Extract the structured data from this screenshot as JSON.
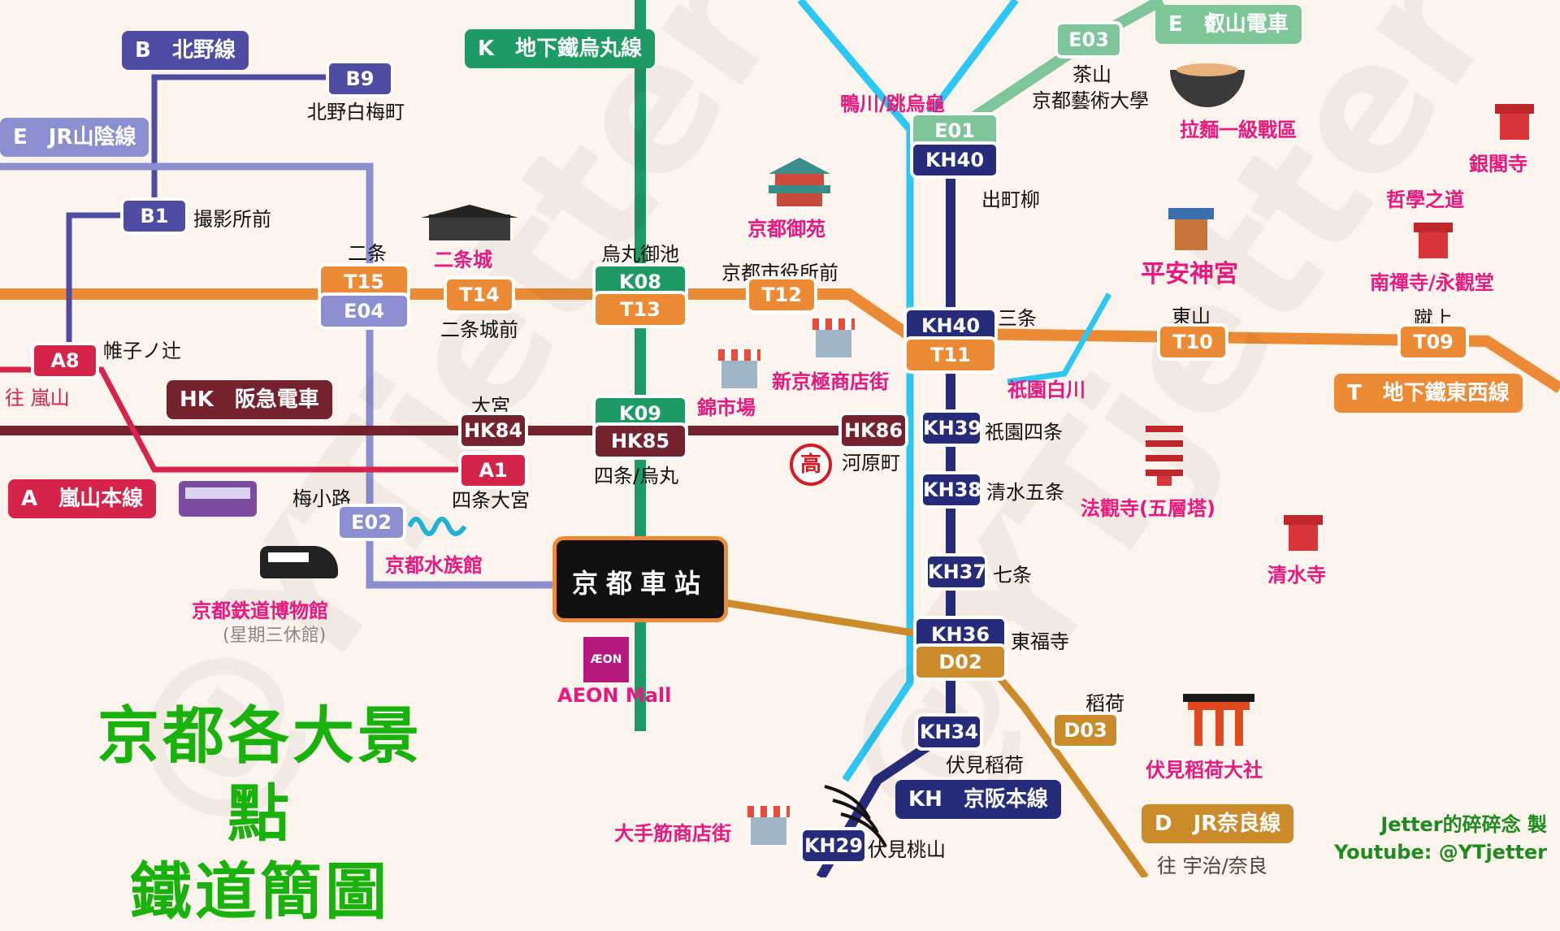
{
  "title": {
    "line1": "京都各大景點",
    "line2": "鐵道簡圖"
  },
  "credit": {
    "author": "Jetter的碎碎念 製",
    "youtube": "Youtube: @YTjetter"
  },
  "watermark": "@YTjetter",
  "lines": {
    "B": {
      "tag": "B　北野線",
      "color": "#4f4da3"
    },
    "E": {
      "tag": "E　JR山陰線",
      "color": "#8b8fcf"
    },
    "K": {
      "tag": "K　地下鐵烏丸線",
      "color": "#1e9a64"
    },
    "HK": {
      "tag": "HK　阪急電車",
      "color": "#74222e"
    },
    "A": {
      "tag": "A　嵐山本線",
      "color": "#d5234a"
    },
    "Ei": {
      "tag": "E　叡山電車",
      "color": "#7fc59a"
    },
    "T": {
      "tag": "T　地下鐵東西線",
      "color": "#ec8a35"
    },
    "KH": {
      "tag": "KH　京阪本線",
      "color": "#262c79"
    },
    "D": {
      "tag": "D　JR奈良線",
      "color": "#cc8b2a"
    },
    "Kamo": {
      "color": "#2cc7f2"
    }
  },
  "stations": {
    "b9": {
      "code": "B9",
      "name": "北野白梅町"
    },
    "b1": {
      "code": "B1",
      "name": "撮影所前"
    },
    "a8": {
      "code": "A8",
      "name": "帷子ノ辻",
      "dir": "往 嵐山"
    },
    "nijo": {
      "name": "二条",
      "t": "T15",
      "e": "E04"
    },
    "t14": {
      "code": "T14",
      "name": "二条城前"
    },
    "oike": {
      "name": "烏丸御池",
      "k": "K08",
      "t": "T13"
    },
    "t12": {
      "code": "T12",
      "name": "京都市役所前"
    },
    "sanjo": {
      "kh": "KH40",
      "t": "T11",
      "name": "三条"
    },
    "t10": {
      "code": "T10",
      "name": "東山"
    },
    "t09": {
      "code": "T09",
      "name": "蹴上"
    },
    "omiya": {
      "code": "HK84",
      "name": "大宮"
    },
    "shijo": {
      "k": "K09",
      "hk": "HK85",
      "name": "四条/烏丸"
    },
    "hk86": {
      "code": "HK86",
      "name": "河原町"
    },
    "a1": {
      "code": "A1",
      "name": "四条大宮"
    },
    "e02": {
      "code": "E02",
      "name": "梅小路"
    },
    "e03": {
      "code": "E03",
      "name": "茶山",
      "name2": "京都藝術大學"
    },
    "demachi": {
      "e": "E01",
      "kh": "KH40",
      "name": "出町柳"
    },
    "kh39": {
      "code": "KH39",
      "name": "祇園四条"
    },
    "kh38": {
      "code": "KH38",
      "name": "清水五条"
    },
    "kh37": {
      "code": "KH37",
      "name": "七条"
    },
    "tofuku": {
      "kh": "KH36",
      "d": "D02",
      "name": "東福寺"
    },
    "d03": {
      "code": "D03",
      "name": "稻荷"
    },
    "kh34": {
      "code": "KH34",
      "name": "伏見稻荷"
    },
    "kh29": {
      "code": "KH29",
      "name": "伏見桃山"
    },
    "kyoto": {
      "name": "京都車站"
    },
    "d_dir": "往 宇治/奈良"
  },
  "pois": {
    "nijojo": "二条城",
    "gosho": "京都御苑",
    "kamo": "鴨川/跳烏龜",
    "ramen": "拉麵一級戰區",
    "ginkaku": "銀閣寺",
    "tetsugaku": "哲學之道",
    "heian": "平安神宮",
    "nanzen": "南禪寺/永觀堂",
    "gion": "祇園白川",
    "shinkyogoku": "新京極商店街",
    "nishiki": "錦市場",
    "hokan": "法觀寺(五層塔)",
    "kiyomizu": "清水寺",
    "aquarium": "京都水族館",
    "railway": "京都鉄道博物館",
    "railway_note": "(星期三休館)",
    "aeon": "AEON Mall",
    "aeon_logo": "ÆON",
    "fushimi": "伏見稻荷大社",
    "otesuji": "大手筋商店街",
    "takashimaya": "高"
  }
}
